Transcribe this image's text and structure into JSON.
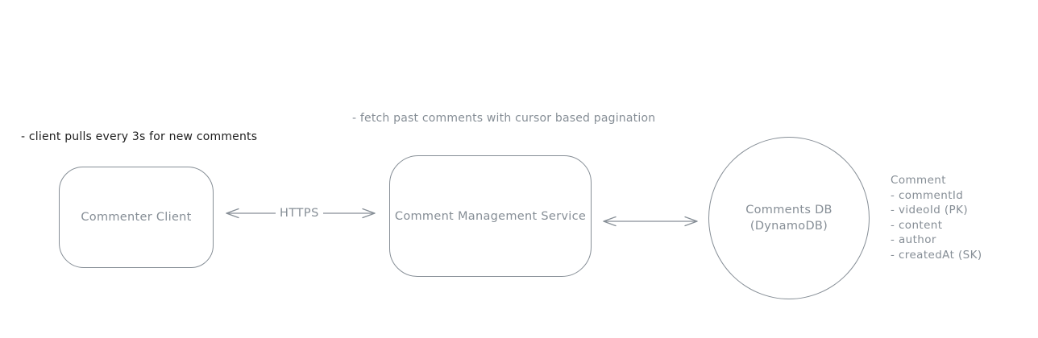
{
  "notes": {
    "client_note": "- client pulls every 3s for new comments",
    "fetch_note": "- fetch past comments with cursor based pagination"
  },
  "nodes": {
    "commenter_client": {
      "label": "Commenter Client",
      "shape": "rounded-rectangle"
    },
    "comment_management_service": {
      "label": "Comment Management Service",
      "shape": "rounded-rectangle"
    },
    "comments_db": {
      "label_line1": "Comments DB",
      "label_line2": "(DynamoDB)",
      "shape": "circle"
    }
  },
  "edges": {
    "client_to_service": {
      "label": "HTTPS",
      "type": "double-headed-arrow"
    },
    "service_to_db": {
      "label": "",
      "type": "double-headed-arrow"
    }
  },
  "schema": {
    "title": "Comment",
    "fields": [
      "- commentId",
      "- videoId (PK)",
      "- content",
      "- author",
      "- createdAt (SK)"
    ]
  },
  "colors": {
    "stroke": "#868e96",
    "note_dark": "#1e1e1e",
    "background": "#ffffff"
  }
}
